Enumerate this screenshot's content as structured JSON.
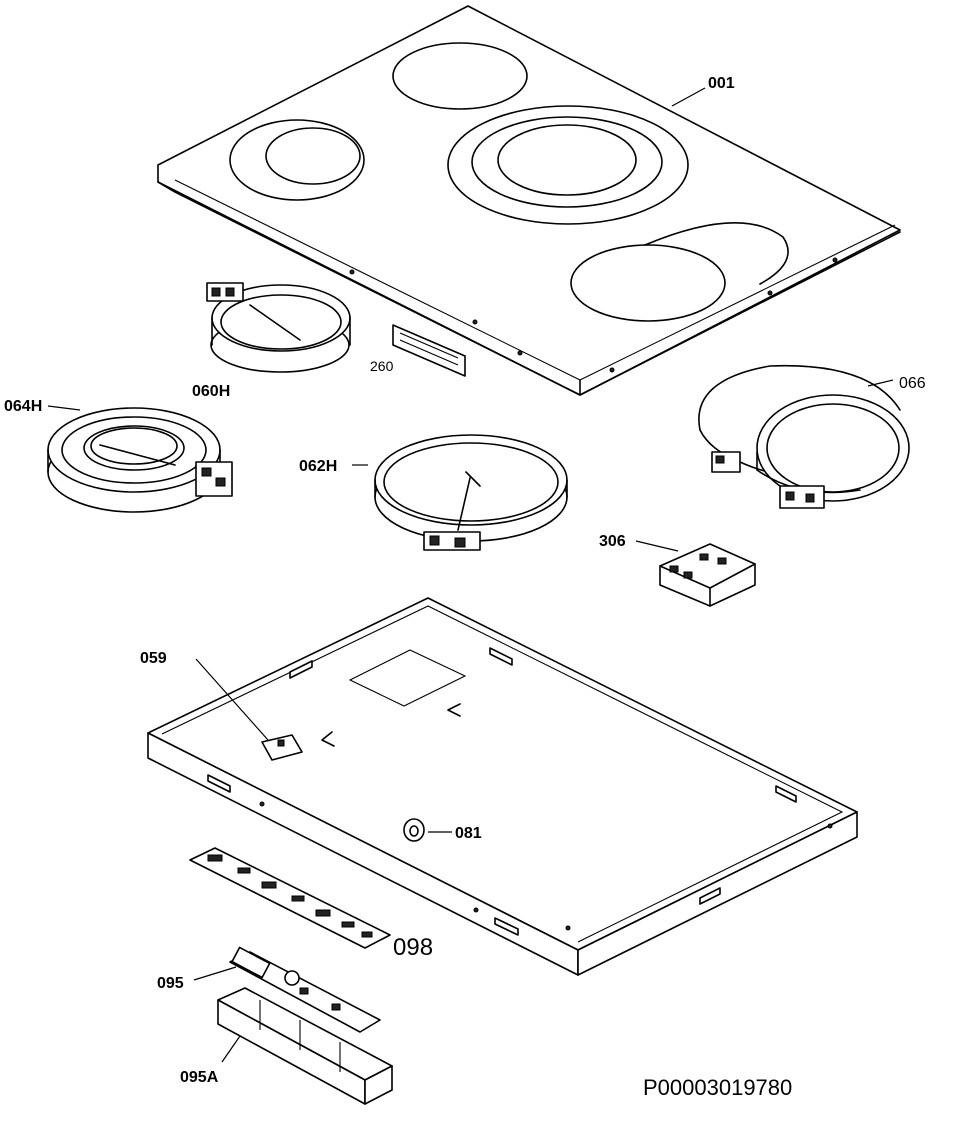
{
  "labels": {
    "p001": "001",
    "p060H": "060H",
    "p260": "260",
    "p064H": "064H",
    "p062H": "062H",
    "p066": "066",
    "p306": "306",
    "p059": "059",
    "p081": "081",
    "p098": "098",
    "p095": "095",
    "p095A": "095A"
  },
  "drawing_ref": "P00003019780"
}
